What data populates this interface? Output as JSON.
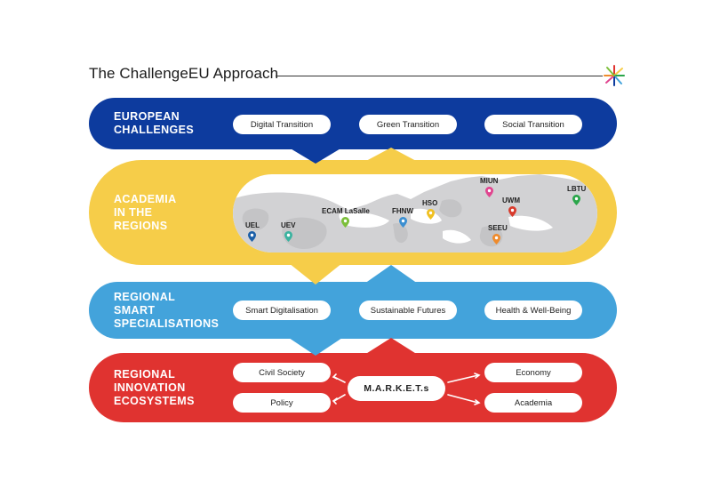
{
  "title": "The ChallengeEU Approach",
  "bands": {
    "european_challenges": {
      "label_lines": [
        "EUROPEAN",
        "CHALLENGES"
      ],
      "color": "#0d3b9e",
      "items": [
        "Digital Transition",
        "Green Transition",
        "Social Transition"
      ]
    },
    "academia": {
      "label_lines": [
        "ACADEMIA",
        "IN THE",
        "REGIONS"
      ],
      "color": "#f6cd49",
      "pins": [
        {
          "label": "UEL",
          "color": "#1b5fa8"
        },
        {
          "label": "UEV",
          "color": "#3bb3a0"
        },
        {
          "label": "ECAM LaSalle",
          "color": "#7cbf3a"
        },
        {
          "label": "FHNW",
          "color": "#3c8fd1"
        },
        {
          "label": "HSO",
          "color": "#f0c020"
        },
        {
          "label": "MIUN",
          "color": "#e0458f"
        },
        {
          "label": "UWM",
          "color": "#d83a2c"
        },
        {
          "label": "LBTU",
          "color": "#2aa64a"
        },
        {
          "label": "SEEU",
          "color": "#ef8b2c"
        }
      ]
    },
    "smart_specialisations": {
      "label_lines": [
        "REGIONAL",
        "SMART",
        "SPECIALISATIONS"
      ],
      "color": "#43a3db",
      "items": [
        "Smart Digitalisation",
        "Sustainable Futures",
        "Health & Well-Being"
      ]
    },
    "innovation_ecosystems": {
      "label_lines": [
        "REGIONAL",
        "INNOVATION",
        "ECOSYSTEMS"
      ],
      "color": "#e03330",
      "center": "M.A.R.K.E.T.s",
      "left_items": [
        "Civil Society",
        "Policy"
      ],
      "right_items": [
        "Economy",
        "Academia"
      ]
    }
  }
}
